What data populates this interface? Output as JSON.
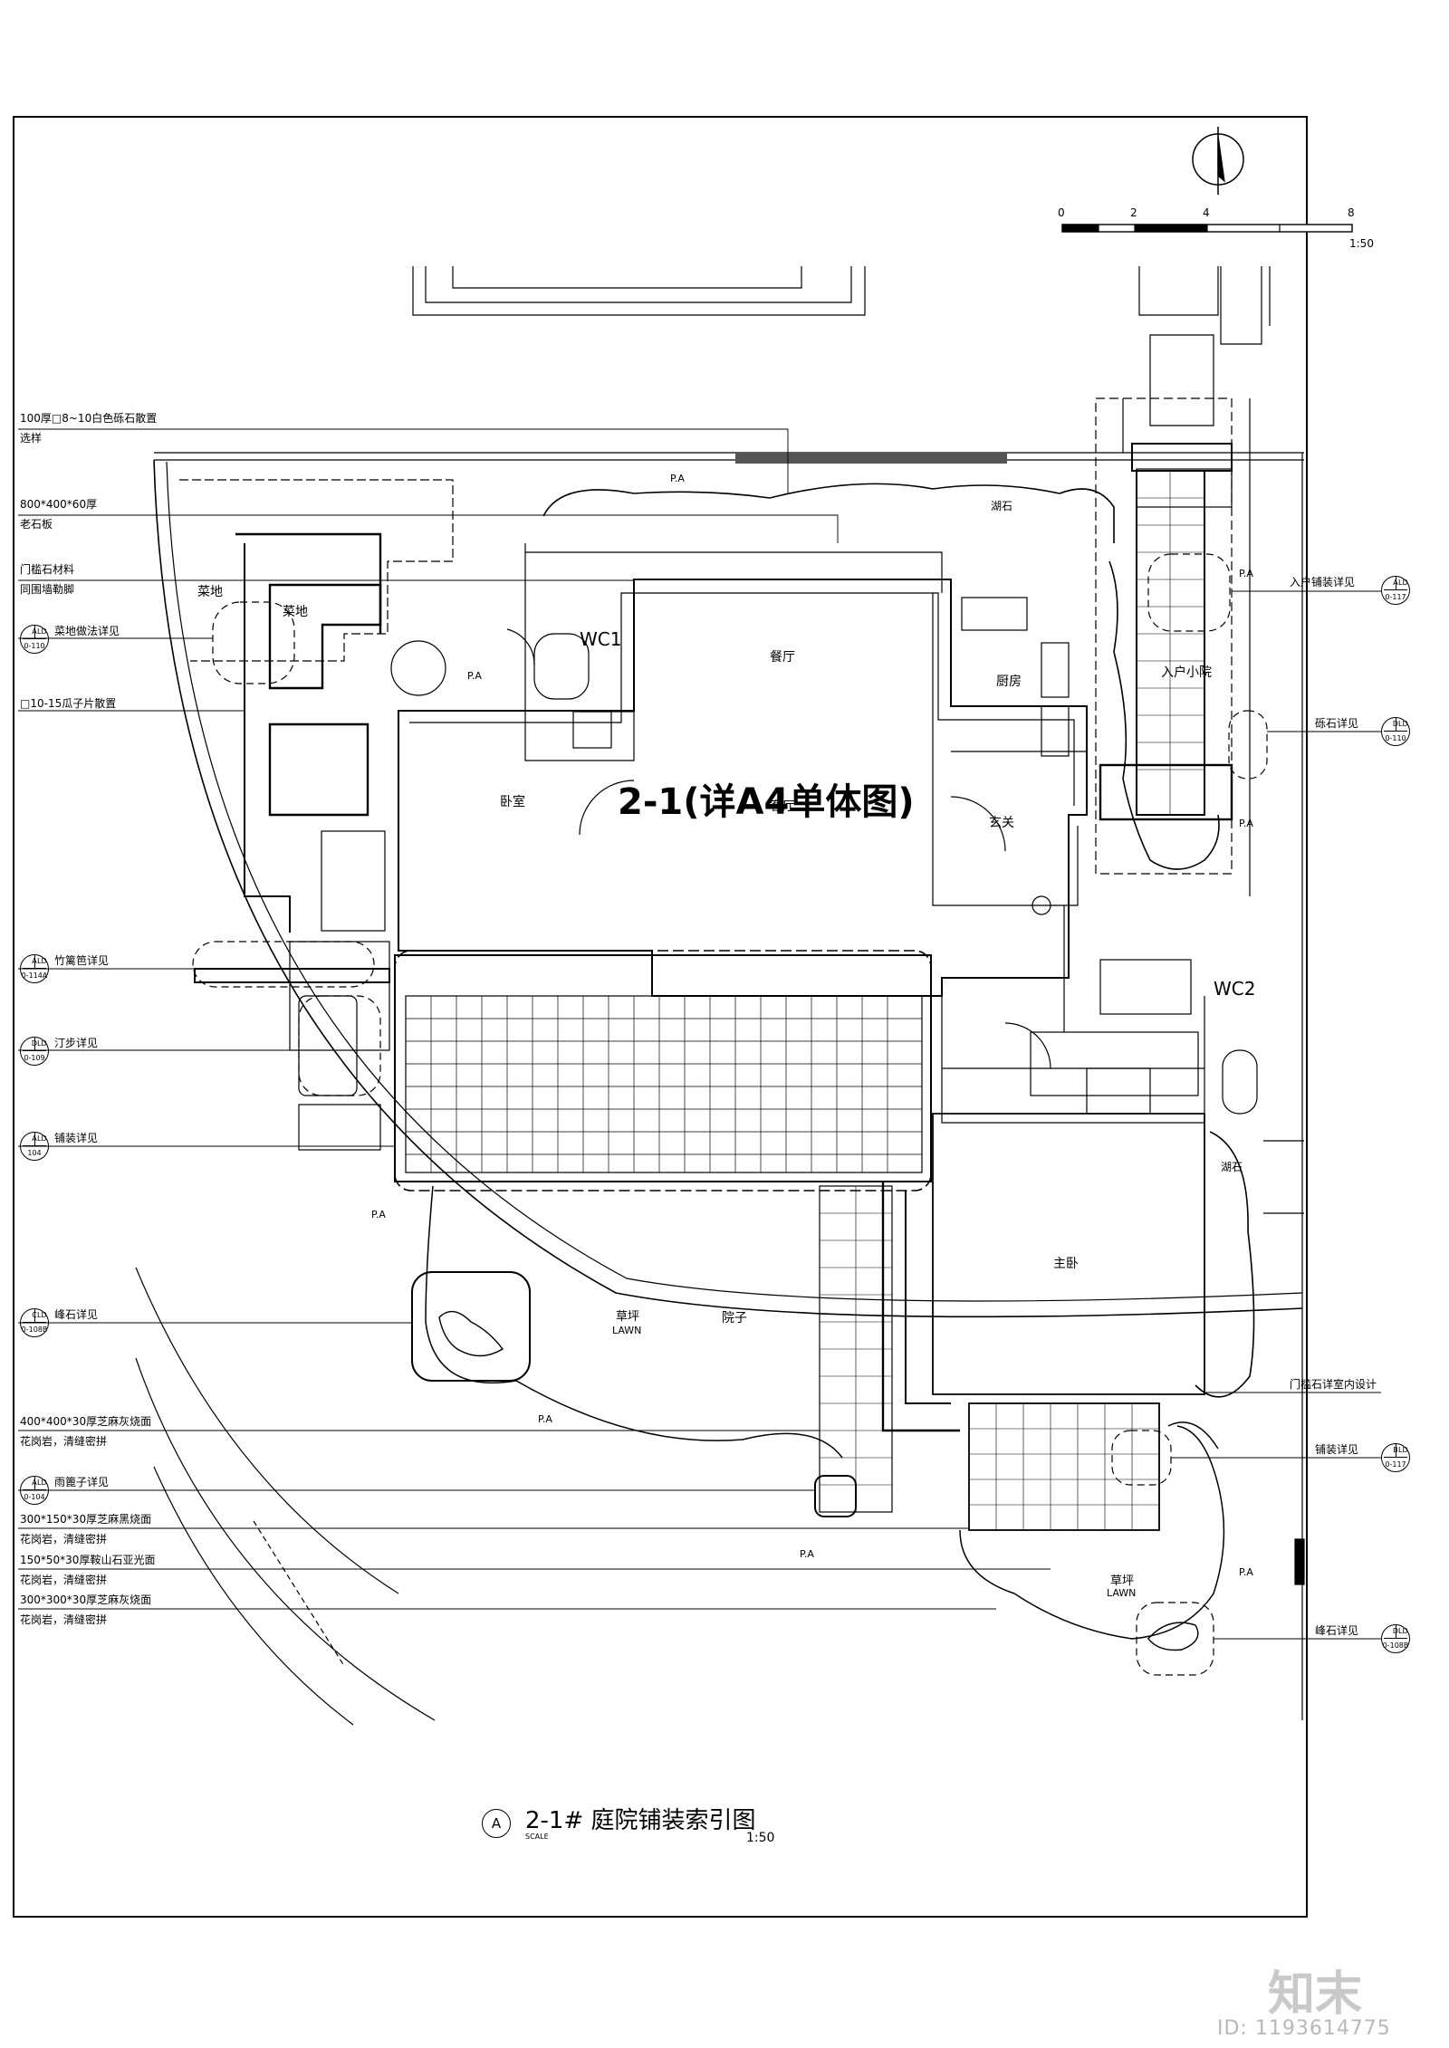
{
  "drawing": {
    "title": "2-1# 庭院铺装索引图",
    "title_index": "A",
    "title_scale_word": "SCALE",
    "title_scale": "1:50",
    "center_label": "2-1(详A4单体图)"
  },
  "scale_bar": {
    "ticks": [
      "0",
      "2",
      "4",
      "8"
    ],
    "ratio": "1:50"
  },
  "rooms": {
    "bedroom": "卧室",
    "living": "客厅",
    "dining": "餐厅",
    "kitchen": "厨房",
    "foyer": "玄关",
    "wc1": "WC1",
    "wc2": "WC2",
    "master": "主卧",
    "veg1": "菜地",
    "veg2": "菜地",
    "entry_yard": "入户小院",
    "lawn1": "草坪",
    "lawn1_en": "LAWN",
    "courtyard": "院子",
    "lawn2": "草坪",
    "lawn2_en": "LAWN",
    "rock1": "湖石",
    "rock2": "湖石"
  },
  "pa_label": "P.A",
  "left_notes": [
    {
      "text": "100厚□8~10白色砾石散置"
    },
    {
      "text": "选样"
    },
    {
      "text": "800*400*60厚"
    },
    {
      "text": "老石板"
    },
    {
      "text": "门槛石材料"
    },
    {
      "text": "同围墙勒脚"
    },
    {
      "text": "菜地做法详见",
      "badge": {
        "top": "A",
        "right": "LD",
        "bottom": "0-110"
      }
    },
    {
      "text": "□10-15瓜子片散置"
    },
    {
      "text": "竹篱笆详见",
      "badge": {
        "top": "A",
        "right": "LD",
        "bottom": "0-114A"
      }
    },
    {
      "text": "汀步详见",
      "badge": {
        "top": "D",
        "right": "LD",
        "bottom": "0-109"
      }
    },
    {
      "text": "铺装详见",
      "badge": {
        "top": "A",
        "right": "LD",
        "bottom": "104"
      }
    },
    {
      "text": "峰石详见",
      "badge": {
        "top": "C",
        "right": "LD",
        "bottom": "0-108B"
      }
    },
    {
      "text": "400*400*30厚芝麻灰烧面"
    },
    {
      "text": "花岗岩，清缝密拼"
    },
    {
      "text": "雨篦子详见",
      "badge": {
        "top": "A",
        "right": "LD",
        "bottom": "0-104"
      }
    },
    {
      "text": "300*150*30厚芝麻黑烧面"
    },
    {
      "text": "花岗岩，清缝密拼"
    },
    {
      "text": "150*50*30厚鞍山石亚光面"
    },
    {
      "text": "花岗岩，清缝密拼"
    },
    {
      "text": "300*300*30厚芝麻灰烧面"
    },
    {
      "text": "花岗岩，清缝密拼"
    }
  ],
  "right_notes": [
    {
      "text": "入户铺装详见",
      "badge": {
        "top": "A",
        "right": "LD",
        "bottom": "0-117"
      }
    },
    {
      "text": "砾石详见",
      "badge": {
        "top": "D",
        "right": "LD",
        "bottom": "0-110"
      }
    },
    {
      "text": "门槛石详室内设计"
    },
    {
      "text": "铺装详见",
      "badge": {
        "top": "B",
        "right": "LD",
        "bottom": "0-117"
      }
    },
    {
      "text": "峰石详见",
      "badge": {
        "top": "D",
        "right": "LD",
        "bottom": "0-108B"
      }
    }
  ],
  "watermark": {
    "logo": "知末",
    "id": "ID: 1193614775"
  }
}
